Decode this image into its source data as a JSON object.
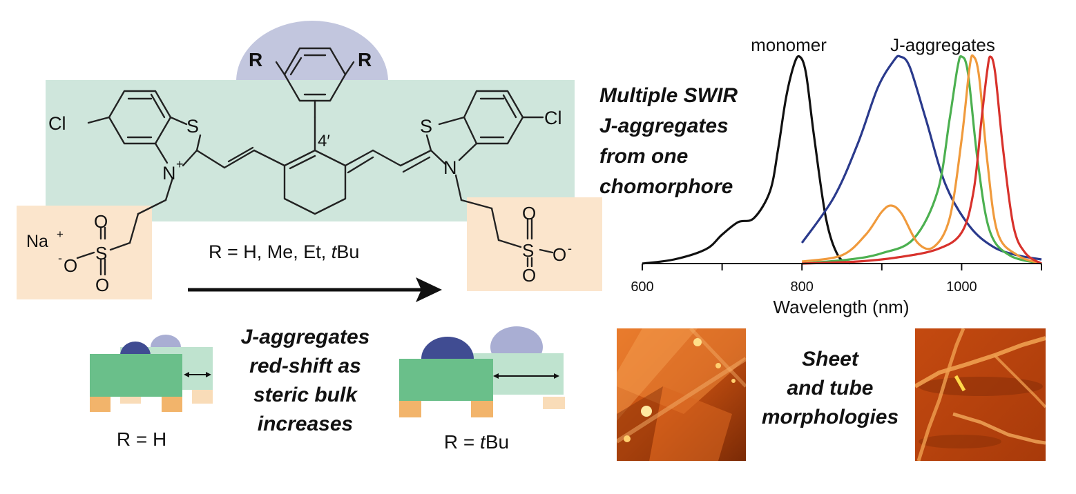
{
  "molecule": {
    "r_group_left": "R",
    "r_group_right": "R",
    "cl_left": "Cl",
    "cl_right": "Cl",
    "s_left": "S",
    "s_right": "S",
    "n_left": "N",
    "n_left_charge": "+",
    "n_right": "N",
    "position_label": "4′",
    "counterion": "Na",
    "counterion_charge": "+",
    "sulfonate_left": {
      "o_top": "O",
      "s": "S",
      "o_minus": "O",
      "minus": "-",
      "o_bottom": "O"
    },
    "sulfonate_right": {
      "o_top": "O",
      "s": "S",
      "o_minus": "O",
      "minus": "-",
      "o_bottom": "O"
    },
    "substituents_prefix": "R = H, Me, Et, ",
    "substituents_italic": "t",
    "substituents_suffix": "Bu",
    "colors": {
      "xanthene_box": "#cfe6dc",
      "aryl_cap": "#c2c6de",
      "sulfonate_box": "#fbe5cc"
    }
  },
  "chart_data": {
    "type": "line",
    "xlabel": "Wavelength (nm)",
    "xlim": [
      600,
      1100
    ],
    "x_ticks": [
      600,
      700,
      800,
      900,
      1000,
      1100
    ],
    "x_tick_labels": [
      "600",
      "800",
      "1000"
    ],
    "ylim": [
      0,
      1
    ],
    "grid": false,
    "annotations": [
      "monomer",
      "J-aggregates"
    ],
    "series": [
      {
        "color": "#111111",
        "x": [
          600,
          640,
          680,
          700,
          720,
          740,
          760,
          770,
          780,
          790,
          797,
          805,
          815,
          830,
          845,
          860
        ],
        "y": [
          0.0,
          0.02,
          0.07,
          0.14,
          0.2,
          0.22,
          0.35,
          0.55,
          0.8,
          0.96,
          1.0,
          0.92,
          0.62,
          0.22,
          0.04,
          0.0
        ]
      },
      {
        "color": "#2a3a8c",
        "x": [
          800,
          840,
          870,
          895,
          915,
          923,
          935,
          955,
          980,
          1010,
          1040,
          1070,
          1100
        ],
        "y": [
          0.1,
          0.32,
          0.58,
          0.85,
          0.98,
          1.0,
          0.95,
          0.7,
          0.38,
          0.18,
          0.08,
          0.04,
          0.02
        ]
      },
      {
        "color": "#4cb050",
        "x": [
          800,
          860,
          900,
          940,
          970,
          985,
          995,
          1000,
          1008,
          1020,
          1035,
          1060,
          1100
        ],
        "y": [
          0.0,
          0.02,
          0.05,
          0.12,
          0.35,
          0.7,
          0.95,
          1.0,
          0.92,
          0.5,
          0.16,
          0.04,
          0.0
        ]
      },
      {
        "color": "#f09a3c",
        "x": [
          800,
          850,
          880,
          900,
          912,
          925,
          945,
          965,
          985,
          1000,
          1010,
          1015,
          1022,
          1032,
          1045,
          1070,
          1100
        ],
        "y": [
          0.01,
          0.04,
          0.14,
          0.25,
          0.28,
          0.24,
          0.1,
          0.08,
          0.22,
          0.6,
          0.95,
          1.0,
          0.9,
          0.5,
          0.15,
          0.04,
          0.0
        ]
      },
      {
        "color": "#d8322c",
        "x": [
          800,
          870,
          920,
          970,
          1000,
          1015,
          1025,
          1032,
          1036,
          1042,
          1052,
          1065,
          1080,
          1100
        ],
        "y": [
          0.0,
          0.01,
          0.03,
          0.07,
          0.15,
          0.35,
          0.7,
          0.93,
          1.0,
          0.92,
          0.55,
          0.18,
          0.05,
          0.0
        ]
      }
    ]
  },
  "spectra_caption": [
    "Multiple SWIR",
    "J-aggregates",
    "from one",
    "chomorphore"
  ],
  "shift_caption": [
    "J-aggregates",
    "red-shift as",
    "steric bulk",
    "increases"
  ],
  "model_left_label": "R = H",
  "model_right_label_prefix": "R = ",
  "model_right_label_italic": "t",
  "model_right_label_suffix": "Bu",
  "morphology_caption": [
    "Sheet",
    "and tube",
    "morphologies"
  ],
  "model_colors": {
    "green": "#6abf8a",
    "green_light": "#bfe3cf",
    "navy": "#404c92",
    "lavender": "#a9aed3",
    "orange": "#f2b46b",
    "orange_light": "#f9dcb8"
  }
}
